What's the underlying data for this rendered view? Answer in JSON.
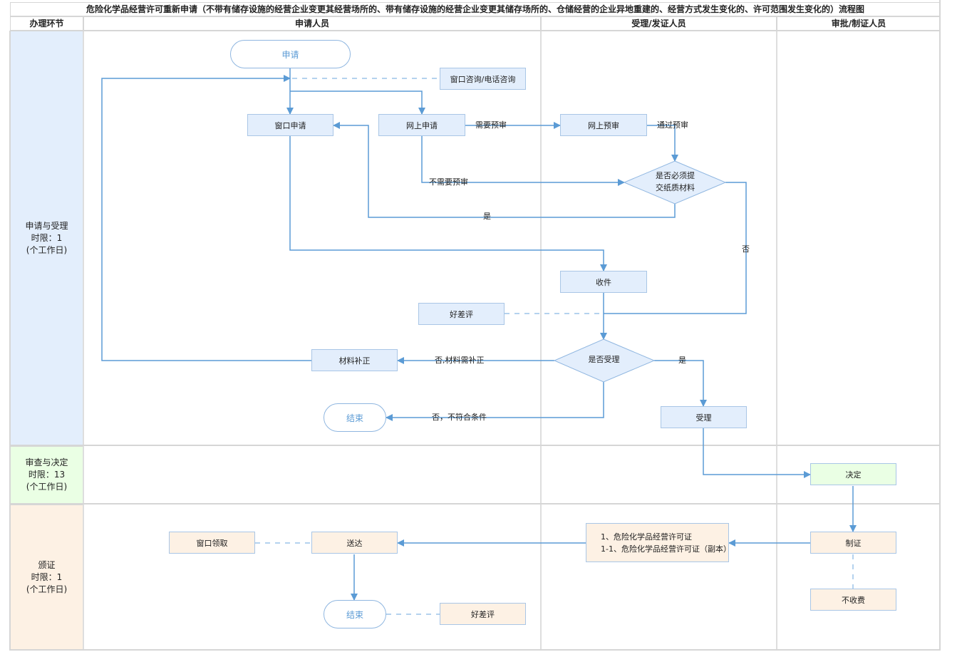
{
  "title": "危险化学品经营许可重新申请（不带有储存设施的经营企业变更其经营场所的、带有储存设施的经营企业变更其储存场所的、仓储经营的企业异地重建的、经营方式发生变化的、许可范围发生变化的）流程图",
  "headers": {
    "stage": "办理环节",
    "applicant": "申请人员",
    "acceptor": "受理/发证人员",
    "approver": "审批/制证人员"
  },
  "stages": [
    {
      "name": "申请与受理",
      "limit": "时限：1",
      "unit": "(个工作日)",
      "color": "#e3eefc"
    },
    {
      "name": "审查与决定",
      "limit": "时限：13",
      "unit": "(个工作日)",
      "color": "#eaffe4"
    },
    {
      "name": "颁证",
      "limit": "时限：1",
      "unit": "(个工作日)",
      "color": "#fdf1e4"
    }
  ],
  "nodes": {
    "start": "申请",
    "consult": "窗口咨询/电话咨询",
    "window_apply": "窗口申请",
    "online_apply": "网上申请",
    "online_precheck": "网上预审",
    "paper_decision_line1": "是否必须提",
    "paper_decision_line2": "交纸质材料",
    "receive": "收件",
    "review_rating1": "好差评",
    "accept_decision": "是否受理",
    "supplement": "材料补正",
    "end1": "结束",
    "accept": "受理",
    "decide": "决定",
    "certify": "制证",
    "no_fee": "不收费",
    "license_line1": "1、危险化学品经营许可证",
    "license_line2": "1-1、危险化学品经营许可证（副本）",
    "deliver": "送达",
    "window_pickup": "窗口领取",
    "end2": "结束",
    "review_rating2": "好差评"
  },
  "edge_labels": {
    "need_precheck": "需要预审",
    "pass_precheck": "通过预审",
    "no_precheck": "不需要预审",
    "yes_paper": "是",
    "no_paper": "否",
    "no_supplement": "否,材料需补正",
    "yes_accept": "是",
    "no_reject": "否，不符合条件"
  },
  "colors": {
    "line": "#5b9bd5",
    "node_blue": "#e3eefc",
    "node_green": "#eaffe4",
    "node_orange": "#fdf1e4",
    "border": "#d6d6d6"
  }
}
